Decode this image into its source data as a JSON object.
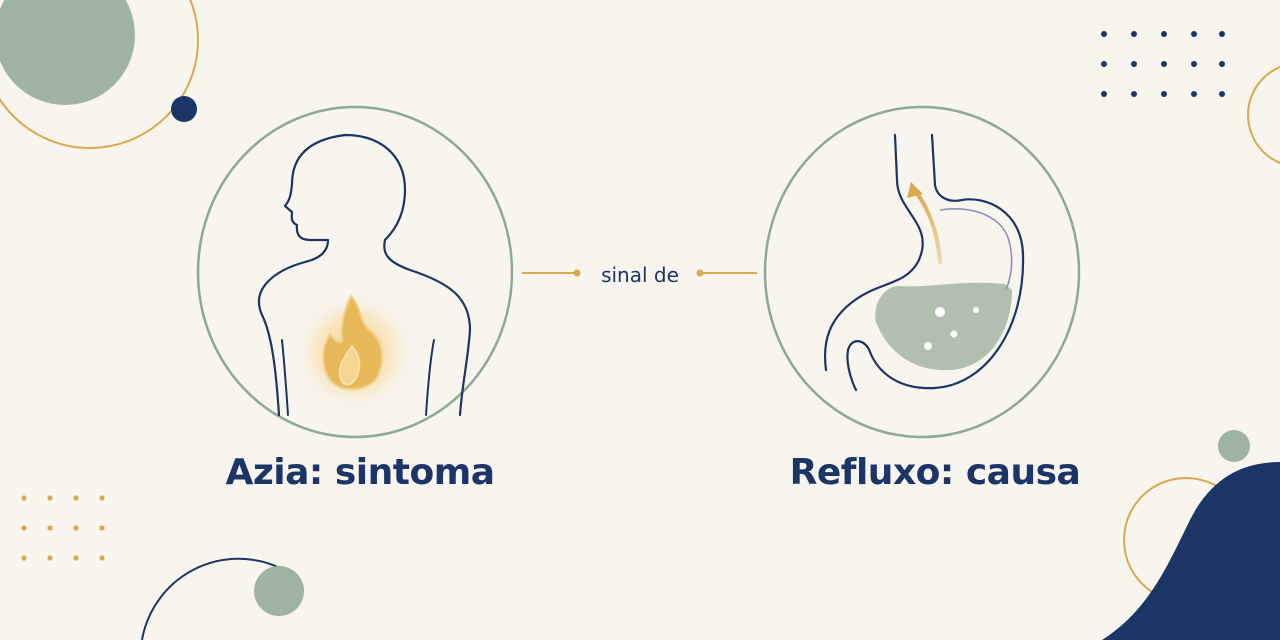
{
  "left_panel": {
    "label": "Azia: sintoma",
    "icon": "person-heartburn-icon"
  },
  "right_panel": {
    "label": "Refluxo: causa",
    "icon": "stomach-reflux-icon"
  },
  "connector": {
    "text": "sinal de"
  },
  "colors": {
    "background": "#f8f4ee",
    "navy": "#1b3567",
    "sage": "#9fb3a2",
    "gold": "#d9a94e",
    "circle_stroke": "#8fa894"
  }
}
